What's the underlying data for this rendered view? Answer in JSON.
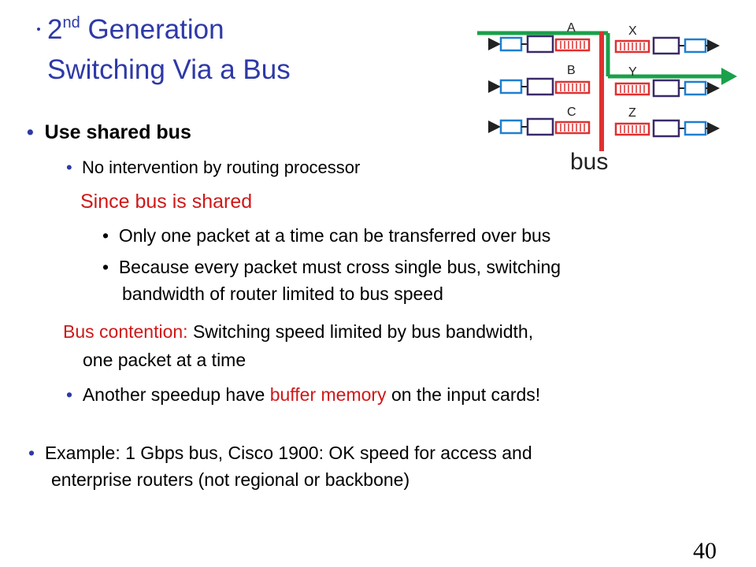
{
  "slide": {
    "title_line1_prefix": "2",
    "title_line1_sup": "nd",
    "title_line1_rest": " Generation",
    "title_line2": "Switching Via a Bus",
    "page_number": "40",
    "bullet_char": "•"
  },
  "body": {
    "use_shared_bus": "Use shared bus",
    "no_intervention": "No intervention by routing processor",
    "since_bus_shared": "Since bus is shared",
    "only_one_packet": "Only one packet at a time can be transferred over bus",
    "because_line1": "Because every packet must cross single bus, switching",
    "because_line2": "bandwidth of router limited to bus speed",
    "contention_label": "Bus contention:",
    "contention_text": "  Switching speed limited by bus bandwidth,",
    "contention_line2": "one packet at a time",
    "another_prefix": "Another speedup have ",
    "another_highlight": "buffer memory",
    "another_suffix": " on the input cards!",
    "example_line1": "Example:  1 Gbps bus, Cisco 1900:  OK speed for access and",
    "example_line2": "enterprise routers (not regional or backbone)"
  },
  "diagram": {
    "bus_label": "bus",
    "input_labels": [
      "A",
      "B",
      "C"
    ],
    "output_labels": [
      "X",
      "Y",
      "Z"
    ],
    "colors": {
      "bus": "#e03030",
      "path": "#1aa04a",
      "buffer": "#e03030",
      "port": "#1f7fd0",
      "box": "#3a2a6a"
    }
  },
  "colors": {
    "title": "#2e39a8",
    "bullet": "#2e39a8",
    "highlight": "#d01818"
  }
}
